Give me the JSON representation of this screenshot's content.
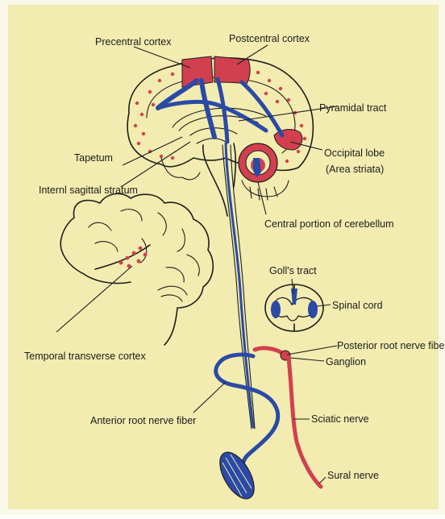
{
  "colors": {
    "background": "#f2ecb0",
    "paper_edge": "#faf8e8",
    "red_pathway": "#d2404f",
    "blue_pathway": "#2b4aa6",
    "ink": "#1e1e1e"
  },
  "labels": {
    "precentral_cortex": "Precentral cortex",
    "postcentral_cortex": "Postcentral cortex",
    "pyramidal_tract": "Pyramidal tract",
    "tapetum": "Tapetum",
    "occipital_lobe": "Occipital lobe",
    "area_striata": "(Area striata)",
    "internal_sagittal_stratum": "Internl sagittal stratum",
    "central_portion_cerebellum": "Central portion of cerebellum",
    "golls_tract": "Goll's tract",
    "spinal_cord": "Spinal cord",
    "temporal_transverse_cortex": "Temporal transverse cortex",
    "posterior_root_nerve_fiber": "Posterior root nerve fiber",
    "ganglion": "Ganglion",
    "anterior_root_nerve_fiber": "Anterior root nerve fiber",
    "sciatic_nerve": "Sciatic nerve",
    "sural_nerve": "Sural nerve"
  }
}
